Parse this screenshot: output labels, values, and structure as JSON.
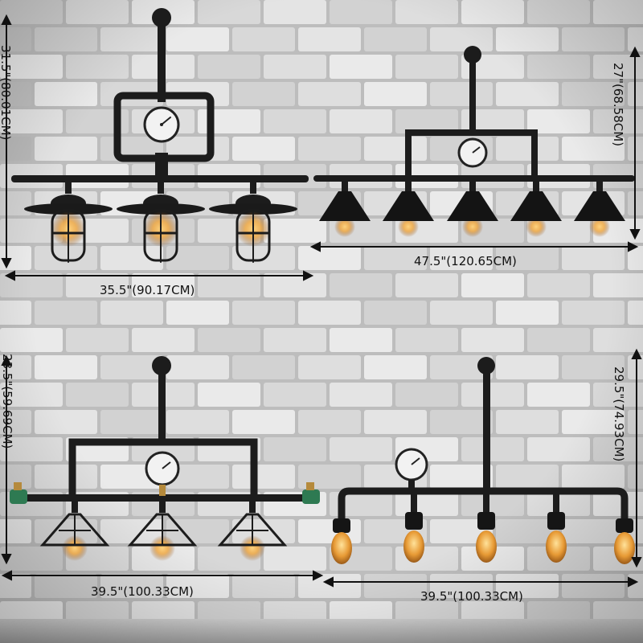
{
  "product_image": {
    "panels": [
      {
        "id": "top-left",
        "lamp_count": 3,
        "shade_style": "wide-brim-with-cage",
        "has_gauge": true,
        "width_label": "35.5\"(90.17CM)",
        "height_label": "31.5\"(80.01CM)"
      },
      {
        "id": "top-right",
        "lamp_count": 5,
        "shade_style": "cone",
        "has_gauge": true,
        "width_label": "47.5\"(120.65CM)",
        "height_label": "27\"(68.58CM)"
      },
      {
        "id": "bottom-left",
        "lamp_count": 3,
        "shade_style": "wire-cone-cage",
        "has_gauge": true,
        "has_valves": true,
        "width_label": "39.5\"(100.33CM)",
        "height_label": "23.5\"(59.69CM)"
      },
      {
        "id": "bottom-right",
        "lamp_count": 5,
        "shade_style": "bare-bulb",
        "has_gauge": true,
        "width_label": "39.5\"(100.33CM)",
        "height_label": "29.5\"(74.93CM)"
      }
    ],
    "colors": {
      "wall": "#d8d8d8",
      "mortar": "#bdbdbd",
      "pipe": "#1c1c1c",
      "bulb_glow": "#f0a53a",
      "valve_green": "#2e7a52",
      "brass": "#b58a3c"
    }
  }
}
